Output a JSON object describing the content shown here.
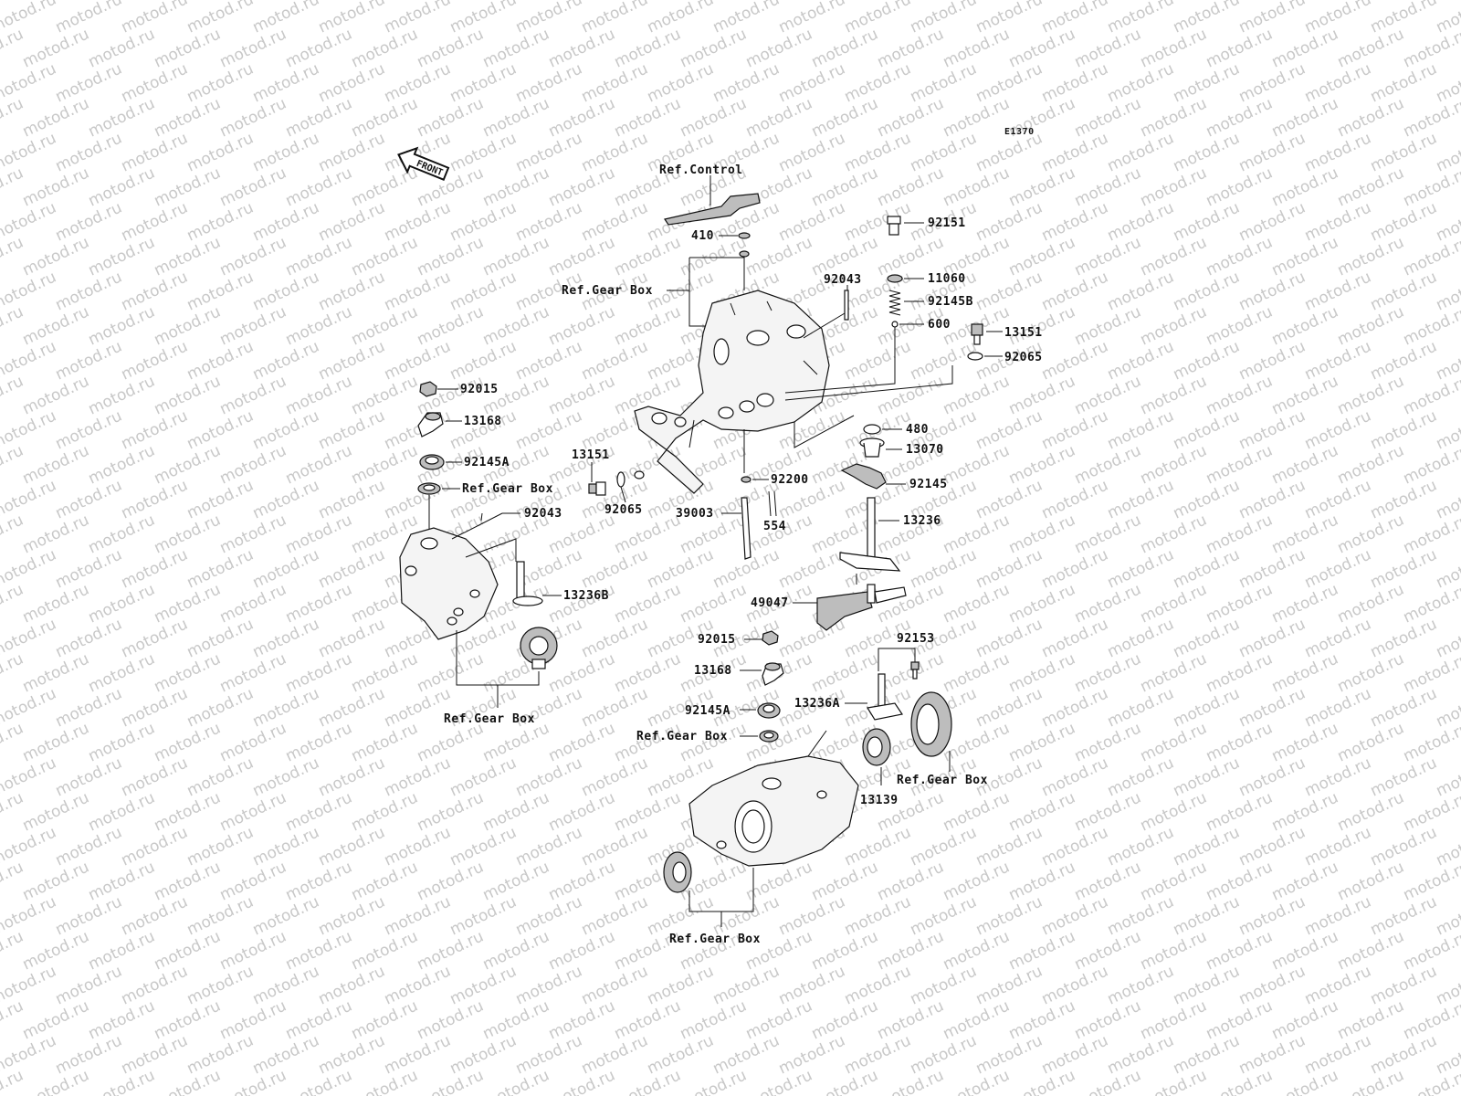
{
  "watermark": "motod.ru",
  "diagram_code": "E1370",
  "front_label": "FRONT",
  "labels": {
    "ref_control": "Ref.Control",
    "p410": "410",
    "ref_gear_box_top": "Ref.Gear Box",
    "p92043_top": "92043",
    "p92151": "92151",
    "p11060": "11060",
    "p92145B": "92145B",
    "p600": "600",
    "p13151_right": "13151",
    "p92065_right": "92065",
    "p480": "480",
    "p13070": "13070",
    "p92145": "92145",
    "p13236": "13236",
    "p49047": "49047",
    "p92200": "92200",
    "p39003": "39003",
    "p554": "554",
    "p13151_left": "13151",
    "p92065_left": "92065",
    "p92015_left": "92015",
    "p13168_left": "13168",
    "p92145A_left": "92145A",
    "ref_gear_box_left": "Ref.Gear Box",
    "p92043_left": "92043",
    "p13236B": "13236B",
    "ref_gear_box_left_bottom": "Ref.Gear Box",
    "p92015_mid": "92015",
    "p13168_mid": "13168",
    "p92145A_mid": "92145A",
    "ref_gear_box_mid": "Ref.Gear Box",
    "p92153": "92153",
    "p13236A": "13236A",
    "p13139": "13139",
    "ref_gear_box_right": "Ref.Gear Box",
    "ref_gear_box_bottom": "Ref.Gear Box"
  },
  "colors": {
    "line": "#111111",
    "watermark": "#c8c8c8",
    "background": "#ffffff"
  }
}
